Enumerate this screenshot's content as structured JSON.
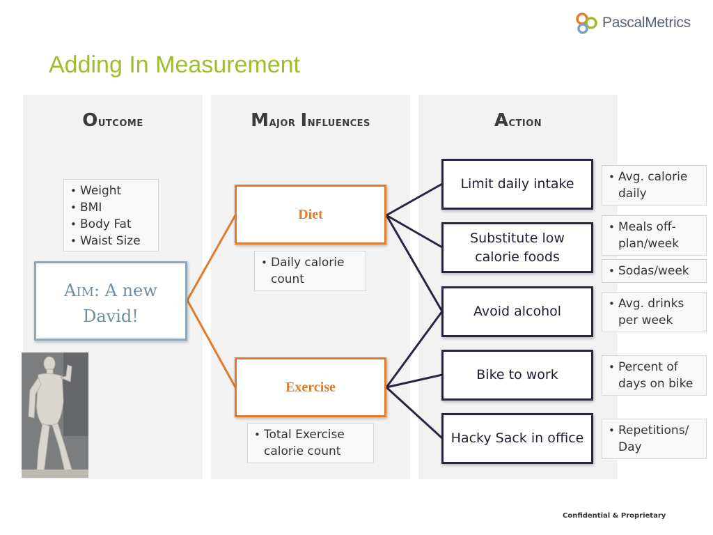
{
  "logo": {
    "brand_a": "Pascal",
    "brand_b": "Metrics"
  },
  "title": "Adding In Measurement",
  "columns": {
    "outcome": {
      "first": "O",
      "rest": "utcome"
    },
    "influences": {
      "first_a": "M",
      "rest_a": "ajor ",
      "first_b": "I",
      "rest_b": "nfluences"
    },
    "action": {
      "first": "A",
      "rest": "ction"
    }
  },
  "outcome_measures": [
    "Weight",
    "BMI",
    "Body Fat",
    "Waist Size"
  ],
  "aim": {
    "first": "A",
    "rest": "im",
    "text": ": A new",
    "line2": "David!"
  },
  "influences": [
    {
      "label": "Diet",
      "measure": "Daily calorie count"
    },
    {
      "label": "Exercise",
      "measure": "Total Exercise calorie count"
    }
  ],
  "actions": [
    {
      "label": "Limit daily intake",
      "measures": [
        "Avg. calorie daily"
      ]
    },
    {
      "label": "Substitute low calorie foods",
      "measures": [
        "Meals off-plan/week",
        "Sodas/week"
      ]
    },
    {
      "label": "Avoid alcohol",
      "measures": [
        "Avg. drinks per week"
      ]
    },
    {
      "label": "Bike to work",
      "measures": [
        "Percent of days on bike"
      ]
    },
    {
      "label": "Hacky Sack in office",
      "measures": [
        "Repetitions/ Day"
      ]
    }
  ],
  "footer": "Confidential & Proprietary",
  "colors": {
    "title": "#9cbd2d",
    "influence": "#e07b2c",
    "action": "#27253f",
    "aim": "#6f8ea3"
  }
}
